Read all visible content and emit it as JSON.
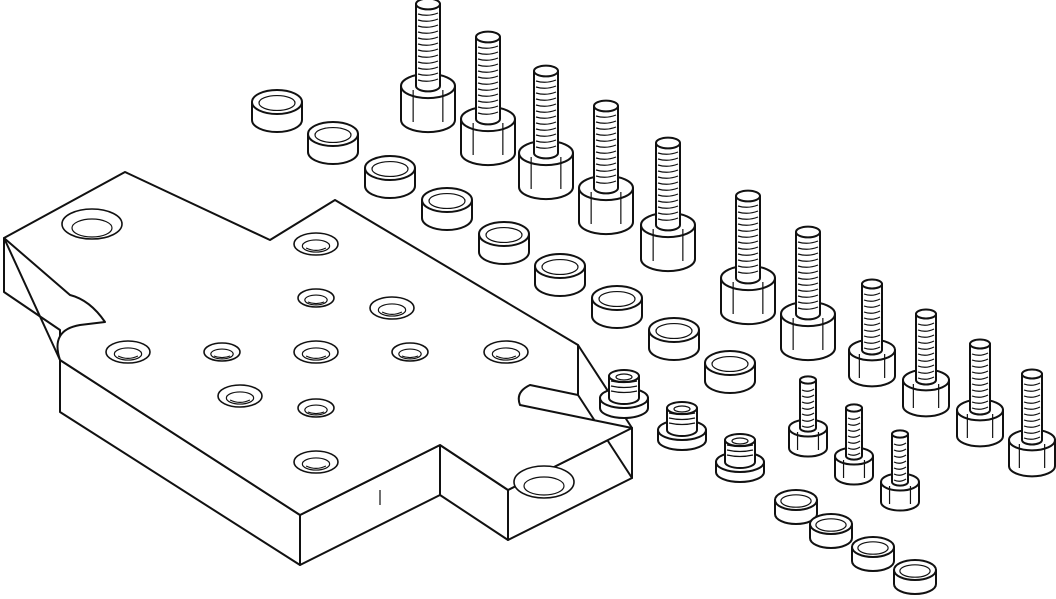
{
  "figure": {
    "background": "#ffffff",
    "line_color": "#111111",
    "parts": {
      "adapter_plate": {
        "count": 1
      },
      "large_screws": {
        "count": 7
      },
      "small_screws": {
        "count": 7
      },
      "centering_sleeves_large": {
        "count": 9
      },
      "centering_sleeves_small": {
        "count": 4
      },
      "threaded_inserts": {
        "count": 3
      }
    }
  }
}
